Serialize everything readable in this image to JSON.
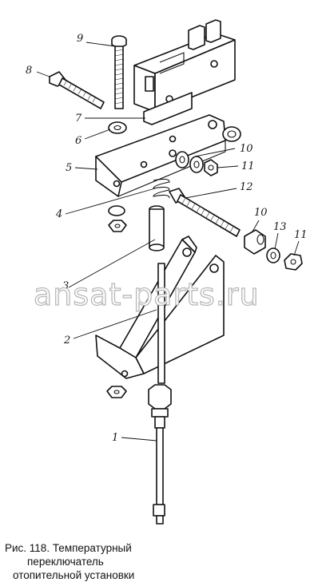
{
  "figure": {
    "caption": [
      "Рис. 118. Температурный",
      "переключатель",
      "отопительной установки"
    ],
    "watermark": "ansat-parts.ru"
  },
  "callouts": [
    {
      "id": "9",
      "text": "9"
    },
    {
      "id": "8",
      "text": "8"
    },
    {
      "id": "7",
      "text": "7"
    },
    {
      "id": "6",
      "text": "6"
    },
    {
      "id": "10a",
      "text": "10"
    },
    {
      "id": "5",
      "text": "5"
    },
    {
      "id": "11a",
      "text": "11"
    },
    {
      "id": "12",
      "text": "12"
    },
    {
      "id": "4",
      "text": "4"
    },
    {
      "id": "10b",
      "text": "10"
    },
    {
      "id": "13",
      "text": "13"
    },
    {
      "id": "11b",
      "text": "11"
    },
    {
      "id": "3",
      "text": "3"
    },
    {
      "id": "2",
      "text": "2"
    },
    {
      "id": "1",
      "text": "1"
    }
  ]
}
